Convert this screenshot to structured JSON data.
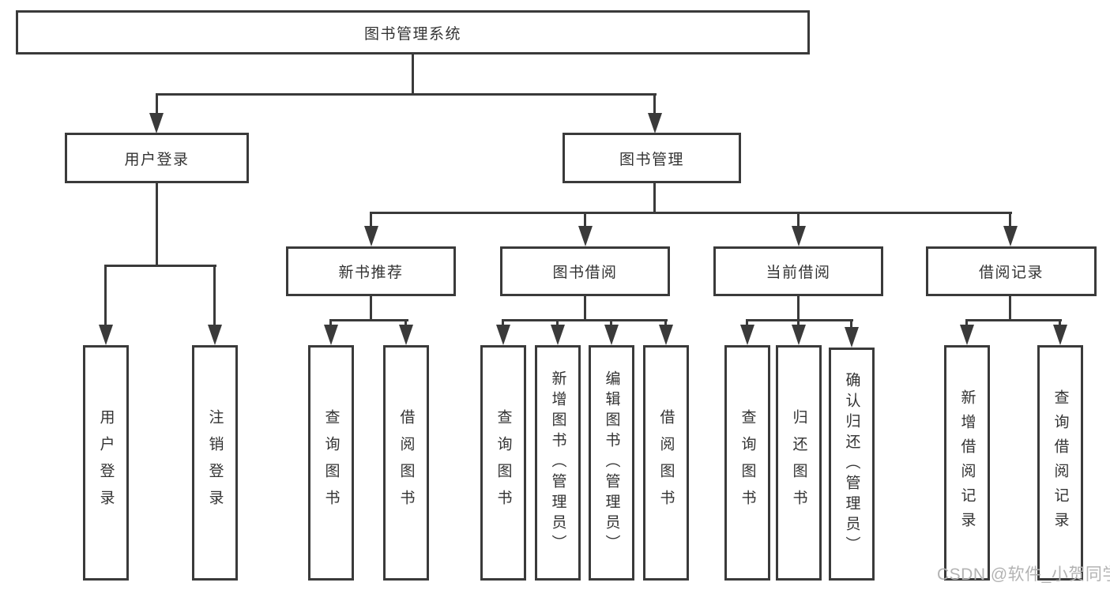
{
  "diagram": {
    "title": "图书管理系统",
    "level2": {
      "user_login": "用户登录",
      "book_mgmt": "图书管理"
    },
    "level3": {
      "new_book_recommend": "新书推荐",
      "book_borrow": "图书借阅",
      "current_borrow": "当前借阅",
      "borrow_records": "借阅记录"
    },
    "leaves": {
      "user_login": "用户登录",
      "logout": "注销登录",
      "query_book_a": "查询图书",
      "borrow_book_a": "借阅图书",
      "query_book_b": "查询图书",
      "add_book_admin": "新增图书（管理员）",
      "edit_book_admin": "编辑图书（管理员）",
      "borrow_book_b": "借阅图书",
      "query_book_c": "查询图书",
      "return_book": "归还图书",
      "confirm_return_admin": "确认归还（管理员）",
      "add_borrow_record": "新增借阅记录",
      "query_borrow_record": "查询借阅记录"
    }
  },
  "watermark": {
    "text": "CSDN @软件_小贺同学"
  },
  "colors": {
    "line": "#3a3a3a",
    "text": "#333333",
    "watermark": "#b3b3b3",
    "background": "#ffffff"
  }
}
